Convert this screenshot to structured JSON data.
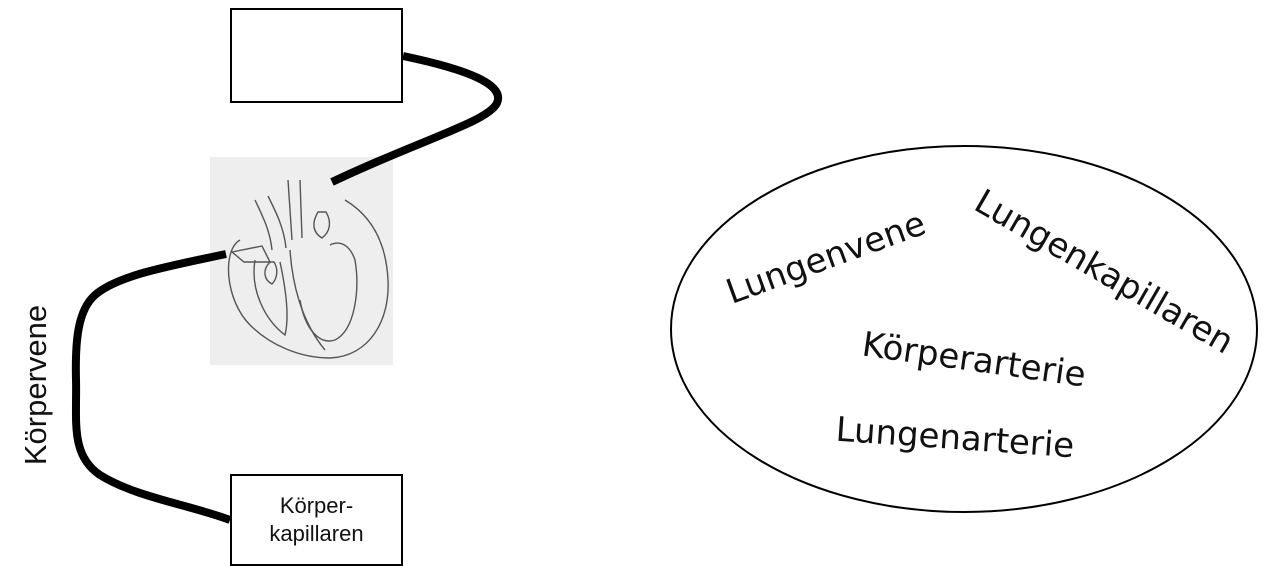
{
  "top_box": {
    "label": ""
  },
  "bottom_box": {
    "line1": "Körper-",
    "line2": "kapillaren"
  },
  "vessel_label": "Körpervene",
  "word_pool": {
    "words": [
      "Lungenvene",
      "Lungenkapillaren",
      "Körperarterie",
      "Lungenarterie"
    ]
  }
}
